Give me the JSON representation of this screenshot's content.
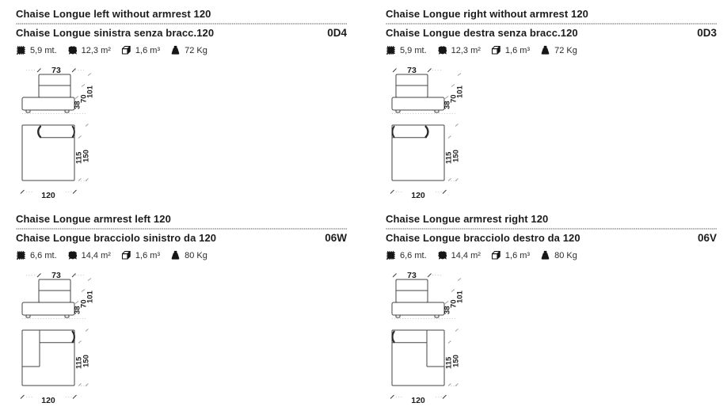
{
  "colors": {
    "background": "#ffffff",
    "text": "#1c1c1c",
    "drawing_line": "#454545"
  },
  "dimensions": {
    "front_width": "73",
    "h1": "38",
    "h2": "70",
    "h3": "101",
    "depth_seat": "115",
    "depth_total": "150",
    "width": "120"
  },
  "icons": {
    "fabric": "fabric-swatch-icon",
    "leather": "leather-hide-icon",
    "volume": "volume-cube-icon",
    "weight": "weight-icon"
  },
  "products": [
    {
      "title_en": "Chaise Longue left without armrest 120",
      "title_it": "Chaise Longue sinistra senza bracc.120",
      "code": "0D4",
      "specs": {
        "fabric": "5,9 mt.",
        "leather": "12,3 m²",
        "volume": "1,6 m³",
        "weight": "72 Kg"
      }
    },
    {
      "title_en": "Chaise Longue right without armrest 120",
      "title_it": "Chaise Longue destra senza bracc.120",
      "code": "0D3",
      "specs": {
        "fabric": "5,9 mt.",
        "leather": "12,3 m²",
        "volume": "1,6 m³",
        "weight": "72 Kg"
      }
    },
    {
      "title_en": "Chaise Longue armrest left 120",
      "title_it": "Chaise Longue bracciolo sinistro da 120",
      "code": "06W",
      "specs": {
        "fabric": "6,6 mt.",
        "leather": "14,4 m²",
        "volume": "1,6 m³",
        "weight": "80 Kg"
      }
    },
    {
      "title_en": "Chaise Longue armrest right 120",
      "title_it": "Chaise Longue bracciolo destro da 120",
      "code": "06V",
      "specs": {
        "fabric": "6,6 mt.",
        "leather": "14,4 m²",
        "volume": "1,6 m³",
        "weight": "80 Kg"
      }
    }
  ]
}
